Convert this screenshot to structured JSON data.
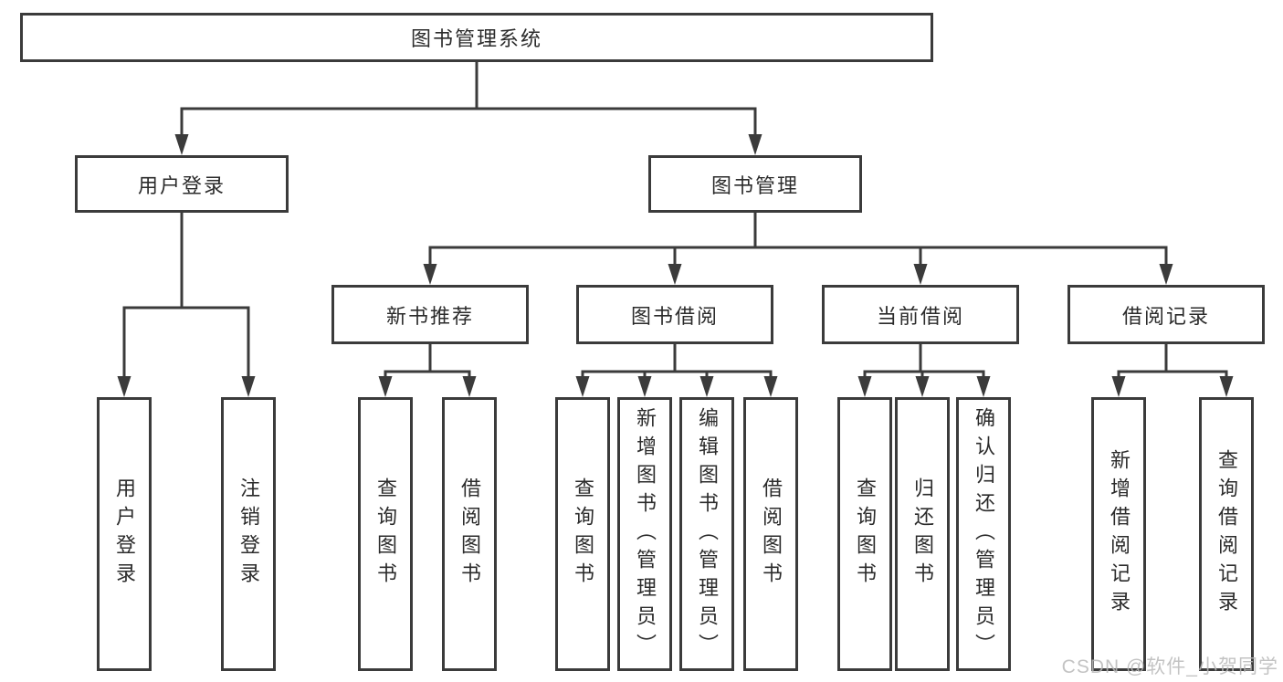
{
  "diagram": {
    "root": {
      "label": "图书管理系统"
    },
    "level2": [
      {
        "label": "用户登录"
      },
      {
        "label": "图书管理"
      }
    ],
    "level3": [
      {
        "label": "新书推荐"
      },
      {
        "label": "图书借阅"
      },
      {
        "label": "当前借阅"
      },
      {
        "label": "借阅记录"
      }
    ],
    "leaves": {
      "user_login": [
        {
          "label": "用户登录"
        },
        {
          "label": "注销登录"
        }
      ],
      "new_book_recommendation": [
        {
          "label": "查询图书"
        },
        {
          "label": "借阅图书"
        }
      ],
      "book_borrowing": [
        {
          "label": "查询图书"
        },
        {
          "label": "新增图书（管理员）"
        },
        {
          "label": "编辑图书（管理员）"
        },
        {
          "label": "借阅图书"
        }
      ],
      "current_borrowing": [
        {
          "label": "查询图书"
        },
        {
          "label": "归还图书"
        },
        {
          "label": "确认归还（管理员）"
        }
      ],
      "borrowing_records": [
        {
          "label": "新增借阅记录"
        },
        {
          "label": "查询借阅记录"
        }
      ]
    },
    "watermark": "CSDN @软件_小贺同学",
    "colors": {
      "line": "#3b3b3b",
      "text": "#2b2b2b",
      "watermark": "#b9b9b9",
      "background": "#ffffff"
    }
  }
}
